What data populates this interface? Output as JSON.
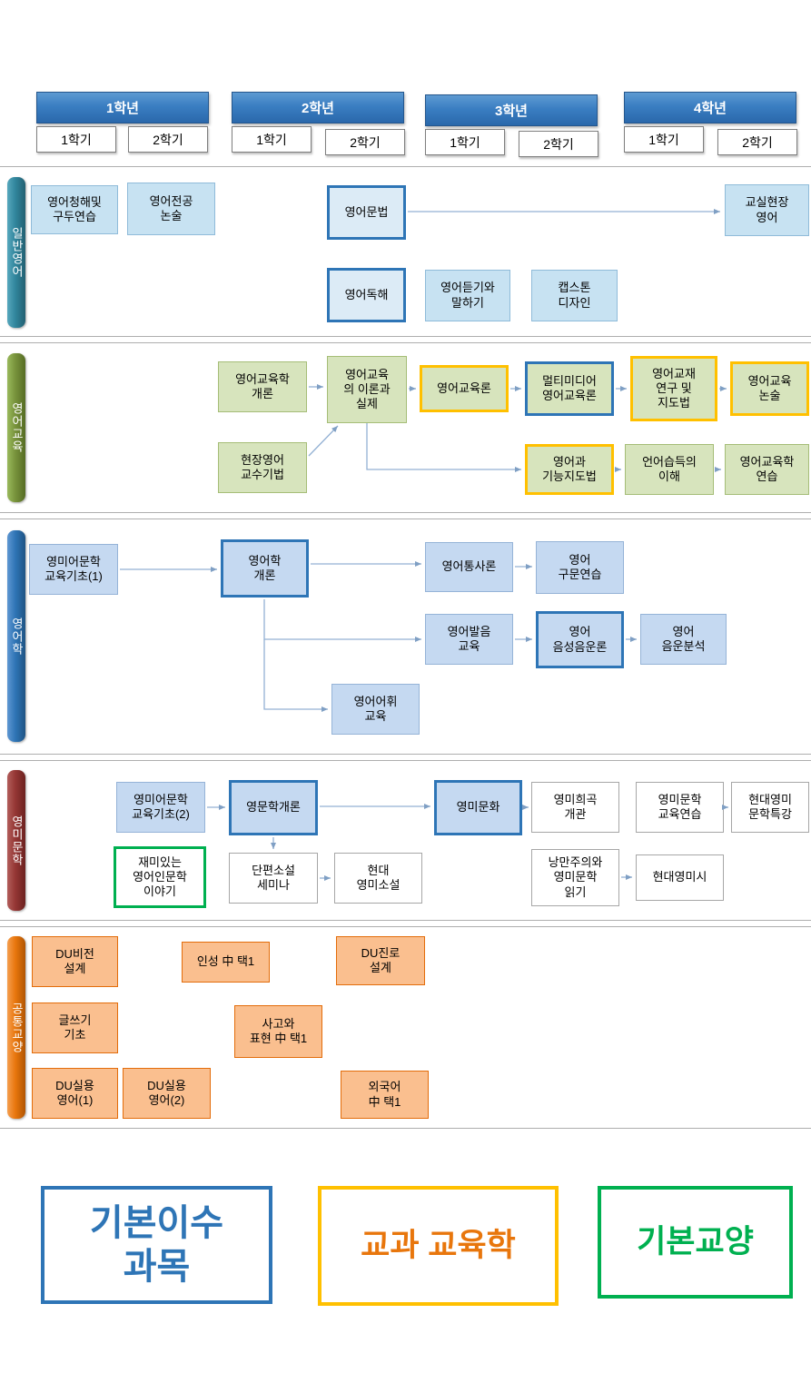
{
  "header": {
    "years": [
      {
        "label": "1학년",
        "semesters": [
          "1학기",
          "2학기"
        ]
      },
      {
        "label": "2학년",
        "semesters": [
          "1학기",
          "2학기"
        ]
      },
      {
        "label": "3학년",
        "semesters": [
          "1학기",
          "2학기"
        ]
      },
      {
        "label": "4학년",
        "semesters": [
          "1학기",
          "2학기"
        ]
      }
    ]
  },
  "sections": [
    {
      "label": "일반영어",
      "bar_color": "#31859C",
      "courses": [
        {
          "label": "영어청해및\n구두연습",
          "category": "none"
        },
        {
          "label": "영어전공\n논술",
          "category": "none"
        },
        {
          "label": "영어문법",
          "category": "기본이수"
        },
        {
          "label": "교실현장\n영어",
          "category": "none"
        },
        {
          "label": "영어독해",
          "category": "기본이수"
        },
        {
          "label": "영어듣기와\n말하기",
          "category": "none"
        },
        {
          "label": "캡스톤\n디자인",
          "category": "none"
        }
      ]
    },
    {
      "label": "영어교육",
      "bar_color": "#77923B",
      "courses": [
        {
          "label": "영어교육학\n개론",
          "category": "none"
        },
        {
          "label": "영어교육\n의 이론과\n실제",
          "category": "none"
        },
        {
          "label": "영어교육론",
          "category": "교과 교육학"
        },
        {
          "label": "멀티미디어\n영어교육론",
          "category": "기본이수"
        },
        {
          "label": "영어교재\n연구 및\n지도법",
          "category": "교과 교육학"
        },
        {
          "label": "영어교육\n논술",
          "category": "교과 교육학"
        },
        {
          "label": "현장영어\n교수기법",
          "category": "none"
        },
        {
          "label": "영어과\n기능지도법",
          "category": "교과 교육학"
        },
        {
          "label": "언어습득의\n이해",
          "category": "none"
        },
        {
          "label": "영어교육학\n연습",
          "category": "none"
        }
      ]
    },
    {
      "label": "영어학",
      "bar_color": "#2E74B5",
      "courses": [
        {
          "label": "영미어문학\n교육기초(1)",
          "category": "none"
        },
        {
          "label": "영어학\n개론",
          "category": "기본이수"
        },
        {
          "label": "영어통사론",
          "category": "none"
        },
        {
          "label": "영어\n구문연습",
          "category": "none"
        },
        {
          "label": "영어발음\n교육",
          "category": "none"
        },
        {
          "label": "영어\n음성음운론",
          "category": "기본이수"
        },
        {
          "label": "영어\n음운분석",
          "category": "none"
        },
        {
          "label": "영어어휘\n교육",
          "category": "none"
        }
      ]
    },
    {
      "label": "영미문학",
      "bar_color": "#943634",
      "courses": [
        {
          "label": "영미어문학\n교육기초(2)",
          "category": "none"
        },
        {
          "label": "영문학개론",
          "category": "기본이수"
        },
        {
          "label": "영미문화",
          "category": "기본이수"
        },
        {
          "label": "영미희곡\n개관",
          "category": "none"
        },
        {
          "label": "영미문학\n교육연습",
          "category": "none"
        },
        {
          "label": "현대영미\n문학특강",
          "category": "none"
        },
        {
          "label": "재미있는\n영어인문학\n이야기",
          "category": "기본교양"
        },
        {
          "label": "단편소설\n세미나",
          "category": "none"
        },
        {
          "label": "현대\n영미소설",
          "category": "none"
        },
        {
          "label": "낭만주의와\n영미문학\n읽기",
          "category": "none"
        },
        {
          "label": "현대영미시",
          "category": "none"
        }
      ]
    },
    {
      "label": "공통교양",
      "bar_color": "#E8760C",
      "courses": [
        {
          "label": "DU비전\n설계",
          "category": "none"
        },
        {
          "label": "인성 中 택1",
          "category": "none"
        },
        {
          "label": "DU진로\n설계",
          "category": "none"
        },
        {
          "label": "글쓰기\n기초",
          "category": "none"
        },
        {
          "label": "사고와\n표현 中 택1",
          "category": "none"
        },
        {
          "label": "DU실용\n영어(1)",
          "category": "none"
        },
        {
          "label": "DU실용\n영어(2)",
          "category": "none"
        },
        {
          "label": "외국어\n中 택1",
          "category": "none"
        }
      ]
    }
  ],
  "legend": {
    "items": [
      {
        "label": "기본이수\n과목",
        "color": "#2E75B6",
        "border_color": "#2E75B6"
      },
      {
        "label": "교과 교육학",
        "color": "#E8760C",
        "border_color": "#FFC000"
      },
      {
        "label": "기본교양",
        "color": "#00B050",
        "border_color": "#00B050"
      }
    ]
  }
}
